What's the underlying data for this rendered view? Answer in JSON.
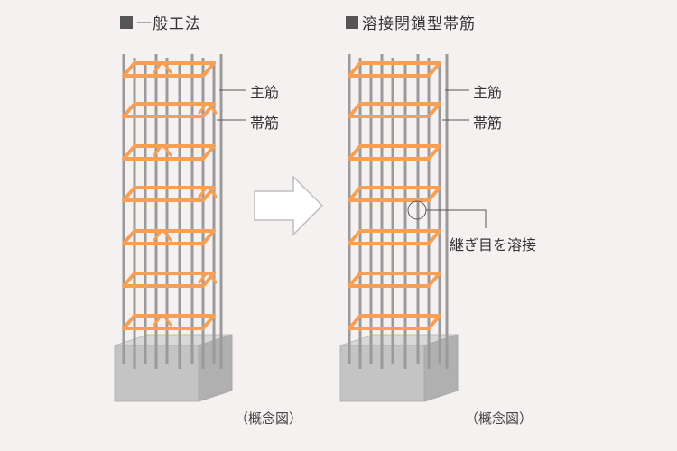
{
  "left_panel": {
    "title": "一般工法",
    "labels": {
      "main_rebar": "主筋",
      "hoop": "帯筋"
    },
    "caption": "（概念図）"
  },
  "right_panel": {
    "title": "溶接閉鎖型帯筋",
    "labels": {
      "main_rebar": "主筋",
      "hoop": "帯筋",
      "weld": "継ぎ目を溶接"
    },
    "caption": "（概念図）"
  },
  "colors": {
    "hoop": "#f7a055",
    "rebar": "#9a9a9a",
    "concrete_top": "#d8d8d8",
    "concrete_front": "#c4c4c4",
    "concrete_side": "#b0b0b0",
    "arrow": "#ffffff"
  }
}
